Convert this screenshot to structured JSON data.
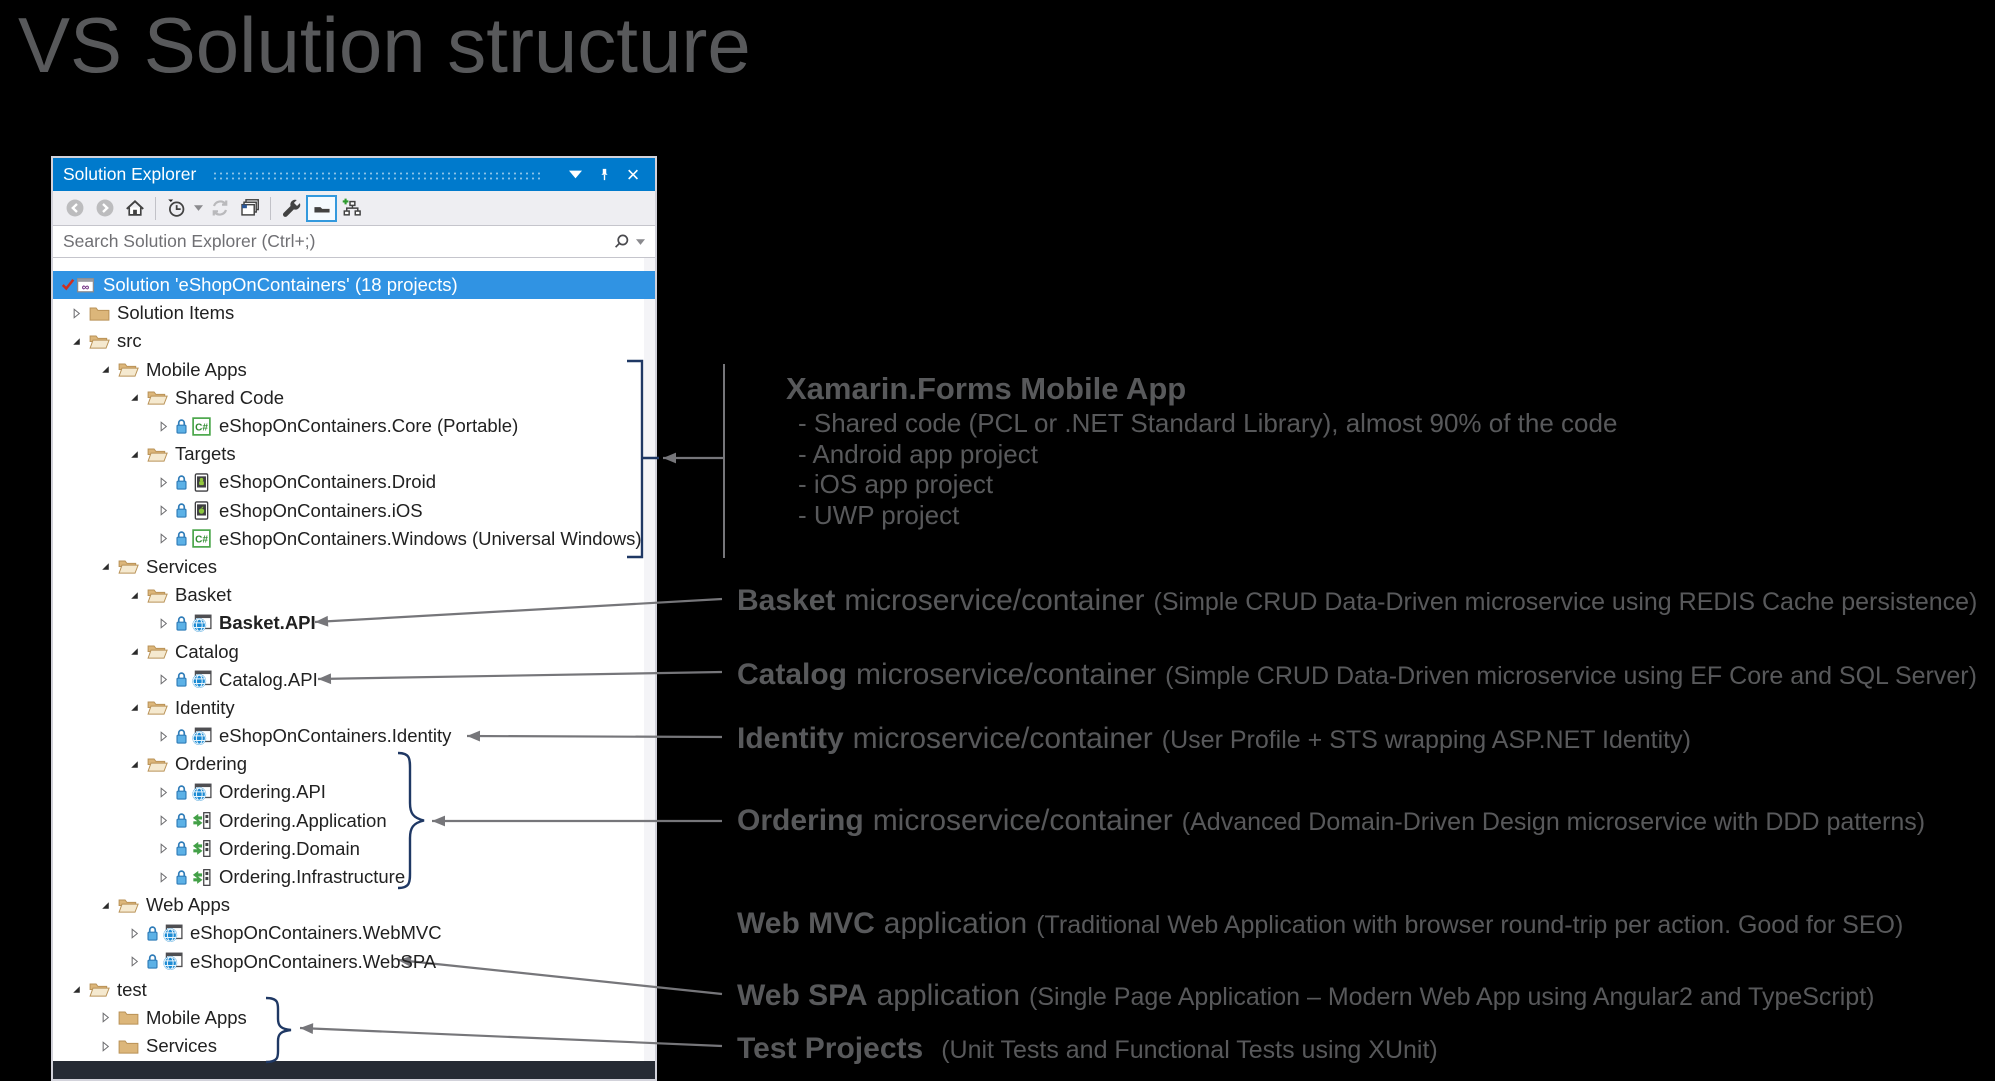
{
  "page_title": "VS Solution structure",
  "panel": {
    "title": "Solution Explorer",
    "titlebar_icons": [
      "chevron-down-icon",
      "pin-icon",
      "close-icon"
    ],
    "toolbar_icons": [
      "back-icon",
      "forward-icon",
      "home-icon",
      "pending-changes-filter-icon",
      "caret-down-icon",
      "sync-icon",
      "properties-window-icon",
      "wrench-icon",
      "preview-selected-items-icon",
      "scope-add-icon"
    ],
    "search": {
      "placeholder": "Search Solution Explorer (Ctrl+;)"
    }
  },
  "tree": {
    "rows": [
      {
        "label": "Solution 'eShopOnContainers' (18 projects)",
        "level": 0,
        "arrow": "",
        "icon": "solution",
        "lock": false,
        "bold": false,
        "selected": true
      },
      {
        "label": "Solution Items",
        "level": 1,
        "arrow": "collapsed",
        "icon": "folder-closed",
        "lock": false,
        "bold": false,
        "selected": false
      },
      {
        "label": "src",
        "level": 1,
        "arrow": "expanded",
        "icon": "folder-open",
        "lock": false,
        "bold": false,
        "selected": false
      },
      {
        "label": "Mobile Apps",
        "level": 2,
        "arrow": "expanded",
        "icon": "folder-open",
        "lock": false,
        "bold": false,
        "selected": false
      },
      {
        "label": "Shared Code",
        "level": 3,
        "arrow": "expanded",
        "icon": "folder-open",
        "lock": false,
        "bold": false,
        "selected": false
      },
      {
        "label": "eShopOnContainers.Core (Portable)",
        "level": 4,
        "arrow": "collapsed",
        "icon": "csharp",
        "lock": true,
        "bold": false,
        "selected": false
      },
      {
        "label": "Targets",
        "level": 3,
        "arrow": "expanded",
        "icon": "folder-open",
        "lock": false,
        "bold": false,
        "selected": false
      },
      {
        "label": "eShopOnContainers.Droid",
        "level": 4,
        "arrow": "collapsed",
        "icon": "droid",
        "lock": true,
        "bold": false,
        "selected": false
      },
      {
        "label": "eShopOnContainers.iOS",
        "level": 4,
        "arrow": "collapsed",
        "icon": "ios",
        "lock": true,
        "bold": false,
        "selected": false
      },
      {
        "label": "eShopOnContainers.Windows (Universal Windows)",
        "level": 4,
        "arrow": "collapsed",
        "icon": "csharp",
        "lock": true,
        "bold": false,
        "selected": false
      },
      {
        "label": "Services",
        "level": 2,
        "arrow": "expanded",
        "icon": "folder-open",
        "lock": false,
        "bold": false,
        "selected": false
      },
      {
        "label": "Basket",
        "level": 3,
        "arrow": "expanded",
        "icon": "folder-open",
        "lock": false,
        "bold": false,
        "selected": false
      },
      {
        "label": "Basket.API",
        "level": 4,
        "arrow": "collapsed",
        "icon": "web",
        "lock": true,
        "bold": true,
        "selected": false
      },
      {
        "label": "Catalog",
        "level": 3,
        "arrow": "expanded",
        "icon": "folder-open",
        "lock": false,
        "bold": false,
        "selected": false
      },
      {
        "label": "Catalog.API",
        "level": 4,
        "arrow": "collapsed",
        "icon": "web",
        "lock": true,
        "bold": false,
        "selected": false
      },
      {
        "label": "Identity",
        "level": 3,
        "arrow": "expanded",
        "icon": "folder-open",
        "lock": false,
        "bold": false,
        "selected": false
      },
      {
        "label": "eShopOnContainers.Identity",
        "level": 4,
        "arrow": "collapsed",
        "icon": "web",
        "lock": true,
        "bold": false,
        "selected": false
      },
      {
        "label": "Ordering",
        "level": 3,
        "arrow": "expanded",
        "icon": "folder-open",
        "lock": false,
        "bold": false,
        "selected": false
      },
      {
        "label": "Ordering.API",
        "level": 4,
        "arrow": "collapsed",
        "icon": "web",
        "lock": true,
        "bold": false,
        "selected": false
      },
      {
        "label": "Ordering.Application",
        "level": 4,
        "arrow": "collapsed",
        "icon": "lib",
        "lock": true,
        "bold": false,
        "selected": false
      },
      {
        "label": "Ordering.Domain",
        "level": 4,
        "arrow": "collapsed",
        "icon": "lib",
        "lock": true,
        "bold": false,
        "selected": false
      },
      {
        "label": "Ordering.Infrastructure",
        "level": 4,
        "arrow": "collapsed",
        "icon": "lib",
        "lock": true,
        "bold": false,
        "selected": false
      },
      {
        "label": "Web Apps",
        "level": 2,
        "arrow": "expanded",
        "icon": "folder-open",
        "lock": false,
        "bold": false,
        "selected": false
      },
      {
        "label": "eShopOnContainers.WebMVC",
        "level": 3,
        "arrow": "collapsed",
        "icon": "web",
        "lock": true,
        "bold": false,
        "selected": false
      },
      {
        "label": "eShopOnContainers.WebSPA",
        "level": 3,
        "arrow": "collapsed",
        "icon": "web",
        "lock": true,
        "bold": false,
        "selected": false
      },
      {
        "label": "test",
        "level": 1,
        "arrow": "expanded",
        "icon": "folder-open",
        "lock": false,
        "bold": false,
        "selected": false
      },
      {
        "label": "Mobile Apps",
        "level": 2,
        "arrow": "collapsed",
        "icon": "folder-closed",
        "lock": false,
        "bold": false,
        "selected": false
      },
      {
        "label": "Services",
        "level": 2,
        "arrow": "collapsed",
        "icon": "folder-closed",
        "lock": false,
        "bold": false,
        "selected": false
      }
    ]
  },
  "annotations": {
    "xamarin": {
      "title": "Xamarin.Forms Mobile App",
      "bullets": [
        "- Shared code (PCL or .NET Standard Library), almost 90% of the code",
        "- Android app project",
        "- iOS app project",
        "- UWP project"
      ]
    },
    "callouts": [
      {
        "name": "Basket",
        "mid": "microservice/container",
        "detail": "(Simple CRUD Data-Driven microservice using REDIS Cache persistence)"
      },
      {
        "name": "Catalog",
        "mid": "microservice/container",
        "detail": "(Simple CRUD Data-Driven microservice using EF Core and SQL Server)"
      },
      {
        "name": "Identity",
        "mid": "microservice/container",
        "detail": "(User Profile + STS wrapping ASP.NET Identity)"
      },
      {
        "name": "Ordering",
        "mid": "microservice/container",
        "detail": "(Advanced Domain-Driven Design microservice with DDD patterns)"
      },
      {
        "name": "Web MVC",
        "mid": "application",
        "detail": "(Traditional Web Application with browser round-trip per action. Good for SEO)"
      },
      {
        "name": "Web SPA",
        "mid": "application",
        "detail": "(Single Page Application – Modern Web App using Angular2 and TypeScript)"
      },
      {
        "name": "Test Projects",
        "mid": "",
        "detail": "(Unit Tests and Functional Tests using XUnit)"
      }
    ]
  },
  "colors": {
    "titlebar_blue": "#007acc",
    "selection_blue": "#3093e3",
    "folder_tan": "#dcb67a",
    "bracket_navy": "#1f3864",
    "connector_gray": "#76767a",
    "annotation_gray": "#58595b"
  }
}
